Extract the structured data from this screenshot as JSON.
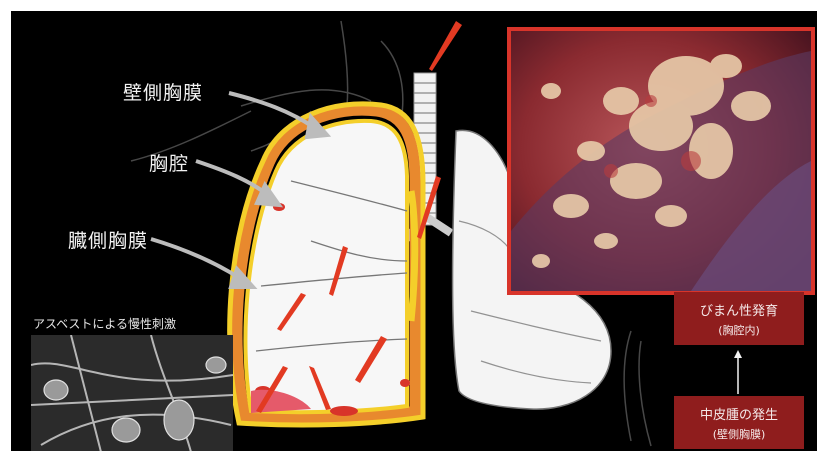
{
  "labels": {
    "parietal_pleura": "壁側胸膜",
    "pleural_cavity": "胸腔",
    "visceral_pleura": "臓側胸膜",
    "asbestos_stimulation": "アスベストによる慢性刺激"
  },
  "flow": {
    "top_box": {
      "line1": "びまん性発育",
      "line2": "(胸腔内)"
    },
    "bottom_box": {
      "line1": "中皮腫の発生",
      "line2": "(壁側胸膜)"
    }
  },
  "colors": {
    "background": "#000000",
    "pleura_yellow": "#f4cf2a",
    "pleura_orange": "#e8892e",
    "lesion_red": "#d8342a",
    "box_red": "#8f1d1d",
    "photo_border": "#d8342a"
  }
}
